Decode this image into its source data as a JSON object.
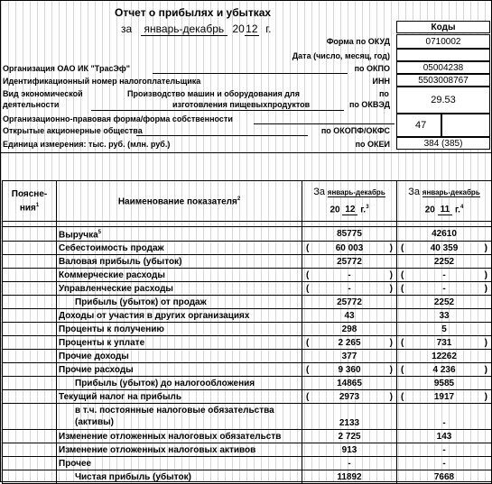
{
  "title": "Отчет о прибылях и убытках",
  "period": {
    "prefix": "за",
    "value": "январь-декабрь",
    "year_prefix": "20",
    "year": "12",
    "suffix": "г."
  },
  "codes_header": "Коды",
  "codes": [
    {
      "label": "Форма по ОКУД",
      "value": "0710002"
    },
    {
      "label": "Дата (число, месяц, год)",
      "value": ""
    },
    {
      "label": "по ОКПО",
      "value": "05004238"
    },
    {
      "label": "ИНН",
      "value": "5503008767"
    },
    {
      "label": "по ОКВЭД",
      "value": "29.53"
    },
    {
      "label": "по ОКОПФ/ОКФС",
      "value": "47"
    },
    {
      "label": "по ОКЕИ",
      "value": "384 (385)"
    }
  ],
  "org": {
    "name_label": "Организация ОАО ИК \"ТрасЭф\"",
    "inn_label": "Идентификационный номер налогоплательщика",
    "activity_label_1": "Вид экономической",
    "activity_label_2": "деятельности",
    "activity_value_1": "Производство машин и оборудования для",
    "activity_value_2": "изготовления пищевыхпродуктов",
    "legal_form": "Организационно-правовая форма/форма собственности",
    "legal_value": "Открытые акционерные общества",
    "unit": "Единица измерения: тыс. руб. (млн. руб.)"
  },
  "table": {
    "headers": {
      "note": "Поясне-ния",
      "note_sup": "1",
      "indicator": "Наименование показателя",
      "indicator_sup": "2",
      "col1_za": "За",
      "col1_period": "январь-декабрь",
      "col1_year_prefix": "20",
      "col1_year": "12",
      "col1_suffix": "г.",
      "col1_sup": "3",
      "col2_za": "За",
      "col2_period": "январь-декабрь",
      "col2_year_prefix": "20",
      "col2_year": "11",
      "col2_suffix": "г.",
      "col2_sup": "4"
    },
    "rows": [
      {
        "name": "Выручка",
        "sup": "5",
        "v1": "85775",
        "v2": "42610",
        "p1": false,
        "p2": false,
        "indent": false
      },
      {
        "name": "Себестоимость продаж",
        "v1": "60 003",
        "v2": "40 359",
        "p1": true,
        "p2": true,
        "indent": false
      },
      {
        "name": "Валовая прибыль (убыток)",
        "v1": "25772",
        "v2": "2252",
        "p1": false,
        "p2": false,
        "indent": false
      },
      {
        "name": "Коммерческие расходы",
        "v1": "-",
        "v2": "-",
        "p1": true,
        "p2": true,
        "indent": false
      },
      {
        "name": "Управленческие расходы",
        "v1": "-",
        "v2": "-",
        "p1": true,
        "p2": true,
        "indent": false
      },
      {
        "name": "Прибыль (убыток) от продаж",
        "v1": "25772",
        "v2": "2252",
        "p1": false,
        "p2": false,
        "indent": true
      },
      {
        "name": "Доходы от участия в других организациях",
        "v1": "43",
        "v2": "33",
        "p1": false,
        "p2": false,
        "indent": false
      },
      {
        "name": "Проценты к получению",
        "v1": "298",
        "v2": "5",
        "p1": false,
        "p2": false,
        "indent": false
      },
      {
        "name": "Проценты к уплате",
        "v1": "2 265",
        "v2": "731",
        "p1": true,
        "p2": true,
        "indent": false
      },
      {
        "name": "Прочие доходы",
        "v1": "377",
        "v2": "12262",
        "p1": false,
        "p2": false,
        "indent": false
      },
      {
        "name": "Прочие расходы",
        "v1": "9 360",
        "v2": "4 236",
        "p1": true,
        "p2": true,
        "indent": false
      },
      {
        "name": "Прибыль (убыток) до налогообложения",
        "v1": "14865",
        "v2": "9585",
        "p1": false,
        "p2": false,
        "indent": true
      },
      {
        "name": "Текущий налог на прибыль",
        "v1": "2973",
        "v2": "1917",
        "p1": true,
        "p2": true,
        "indent": false
      },
      {
        "name": "в т.ч. постоянные налоговые обязательства (активы)",
        "v1": "2133",
        "v2": "-",
        "p1": false,
        "p2": false,
        "indent": true,
        "tall": true
      },
      {
        "name": "Изменение отложенных налоговых обязательств",
        "v1": "2 725",
        "v2": "143",
        "p1": false,
        "p2": false,
        "indent": false
      },
      {
        "name": "Изменение отложенных налоговых активов",
        "v1": "913",
        "v2": "-",
        "p1": false,
        "p2": false,
        "indent": false
      },
      {
        "name": "Прочее",
        "v1": "-",
        "v2": "-",
        "p1": false,
        "p2": false,
        "indent": false
      },
      {
        "name": "Чистая прибыль (убыток)",
        "v1": "11892",
        "v2": "7668",
        "p1": false,
        "p2": false,
        "indent": true
      }
    ]
  }
}
